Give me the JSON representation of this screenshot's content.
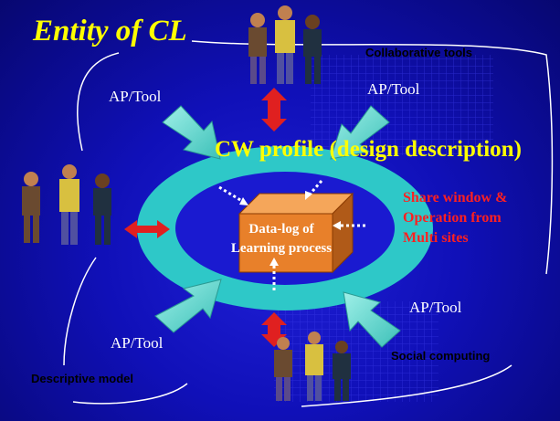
{
  "slide": {
    "title": "Entity of CL",
    "center_heading": "CW profile (design description)",
    "share_text": [
      "Share window &",
      "Operation from",
      "Multi sites"
    ],
    "data_log": [
      "Data-log of",
      "Learning process"
    ],
    "corner_labels": {
      "top_right": "Collaborative tools",
      "bottom_right": "Social computing",
      "bottom_left": "Descriptive model"
    },
    "ap_tool": {
      "top_left": "AP/Tool",
      "top_right": "AP/Tool",
      "bottom_left": "AP/Tool",
      "bottom_right": "AP/Tool"
    },
    "colors": {
      "background": "#1515c0",
      "title": "#ffff00",
      "ring": "#2ec8c8",
      "inner_ellipse": "#1a1ad0",
      "box": "#e8802a",
      "connector_arrows": "#e02020",
      "ap_arrows": "#66dcd0",
      "share_text": "#ff2020"
    },
    "icons": [
      "people-group-icon",
      "cube-icon",
      "double-arrow-icon",
      "dotted-arrow-icon"
    ]
  }
}
